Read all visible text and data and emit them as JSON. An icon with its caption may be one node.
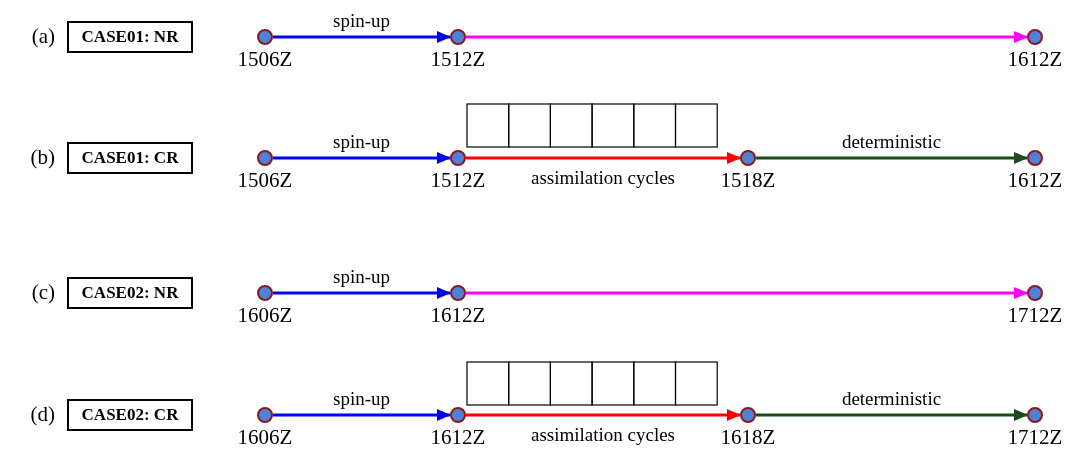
{
  "diagram": {
    "nodes": [
      {
        "text": [
          "CASE01: NR"
        ],
        "beside": [
          "(a)"
        ]
      },
      {
        "text": [],
        "shape": "circle",
        "beside": [
          "1506Z"
        ]
      },
      {
        "text": [],
        "shape": "circle",
        "beside": [
          "1512Z"
        ]
      },
      {
        "text": [],
        "shape": "circle",
        "beside": [
          "1612Z"
        ]
      },
      {
        "text": [
          "CASE01: CR"
        ],
        "beside": [
          "(b)"
        ]
      },
      {
        "text": [],
        "shape": "circle",
        "beside": [
          "1506Z"
        ]
      },
      {
        "text": [],
        "shape": "circle",
        "beside": [
          "1512Z"
        ]
      },
      {
        "text": [],
        "shape": "circle",
        "beside": [
          "1518Z"
        ]
      },
      {
        "text": [],
        "shape": "circle",
        "beside": [
          "1612Z"
        ]
      },
      {
        "text": [
          "CASE02: NR"
        ],
        "beside": [
          "(c)"
        ]
      },
      {
        "text": [],
        "shape": "circle",
        "beside": [
          "1606Z"
        ]
      },
      {
        "text": [],
        "shape": "circle",
        "beside": [
          "1612Z"
        ]
      },
      {
        "text": [],
        "shape": "circle",
        "beside": [
          "1712Z"
        ]
      },
      {
        "text": [
          "CASE02: CR"
        ],
        "beside": [
          "(d)"
        ]
      },
      {
        "text": [],
        "shape": "circle",
        "beside": [
          "1606Z"
        ]
      },
      {
        "text": [],
        "shape": "circle",
        "beside": [
          "1612Z"
        ]
      },
      {
        "text": [],
        "shape": "circle",
        "beside": [
          "1618Z"
        ]
      },
      {
        "text": [],
        "shape": "circle",
        "beside": [
          "1712Z"
        ]
      }
    ],
    "edges": [
      {
        "from": 1,
        "to": 2,
        "arrow": "to",
        "label": "spin-up",
        "color": "#0000ff"
      },
      {
        "from": 2,
        "to": 3,
        "arrow": "to",
        "color": "#ff00ff"
      },
      {
        "from": 5,
        "to": 6,
        "arrow": "to",
        "label": "spin-up",
        "color": "#0000ff"
      },
      {
        "from": 6,
        "to": 7,
        "arrow": "to",
        "label": "assimilation cycles",
        "color": "#ff0000"
      },
      {
        "from": 7,
        "to": 8,
        "arrow": "to",
        "label": "deterministic",
        "color": "#1f4a1f"
      },
      {
        "from": 10,
        "to": 11,
        "arrow": "to",
        "label": "spin-up",
        "color": "#0000ff"
      },
      {
        "from": 11,
        "to": 12,
        "arrow": "to",
        "color": "#ff00ff"
      },
      {
        "from": 14,
        "to": 15,
        "arrow": "to",
        "label": "spin-up",
        "color": "#0000ff"
      },
      {
        "from": 15,
        "to": 16,
        "arrow": "to",
        "label": "assimilation cycles",
        "color": "#ff0000"
      },
      {
        "from": 16,
        "to": 17,
        "arrow": "to",
        "label": "deterministic",
        "color": "#1f4a1f"
      }
    ]
  }
}
